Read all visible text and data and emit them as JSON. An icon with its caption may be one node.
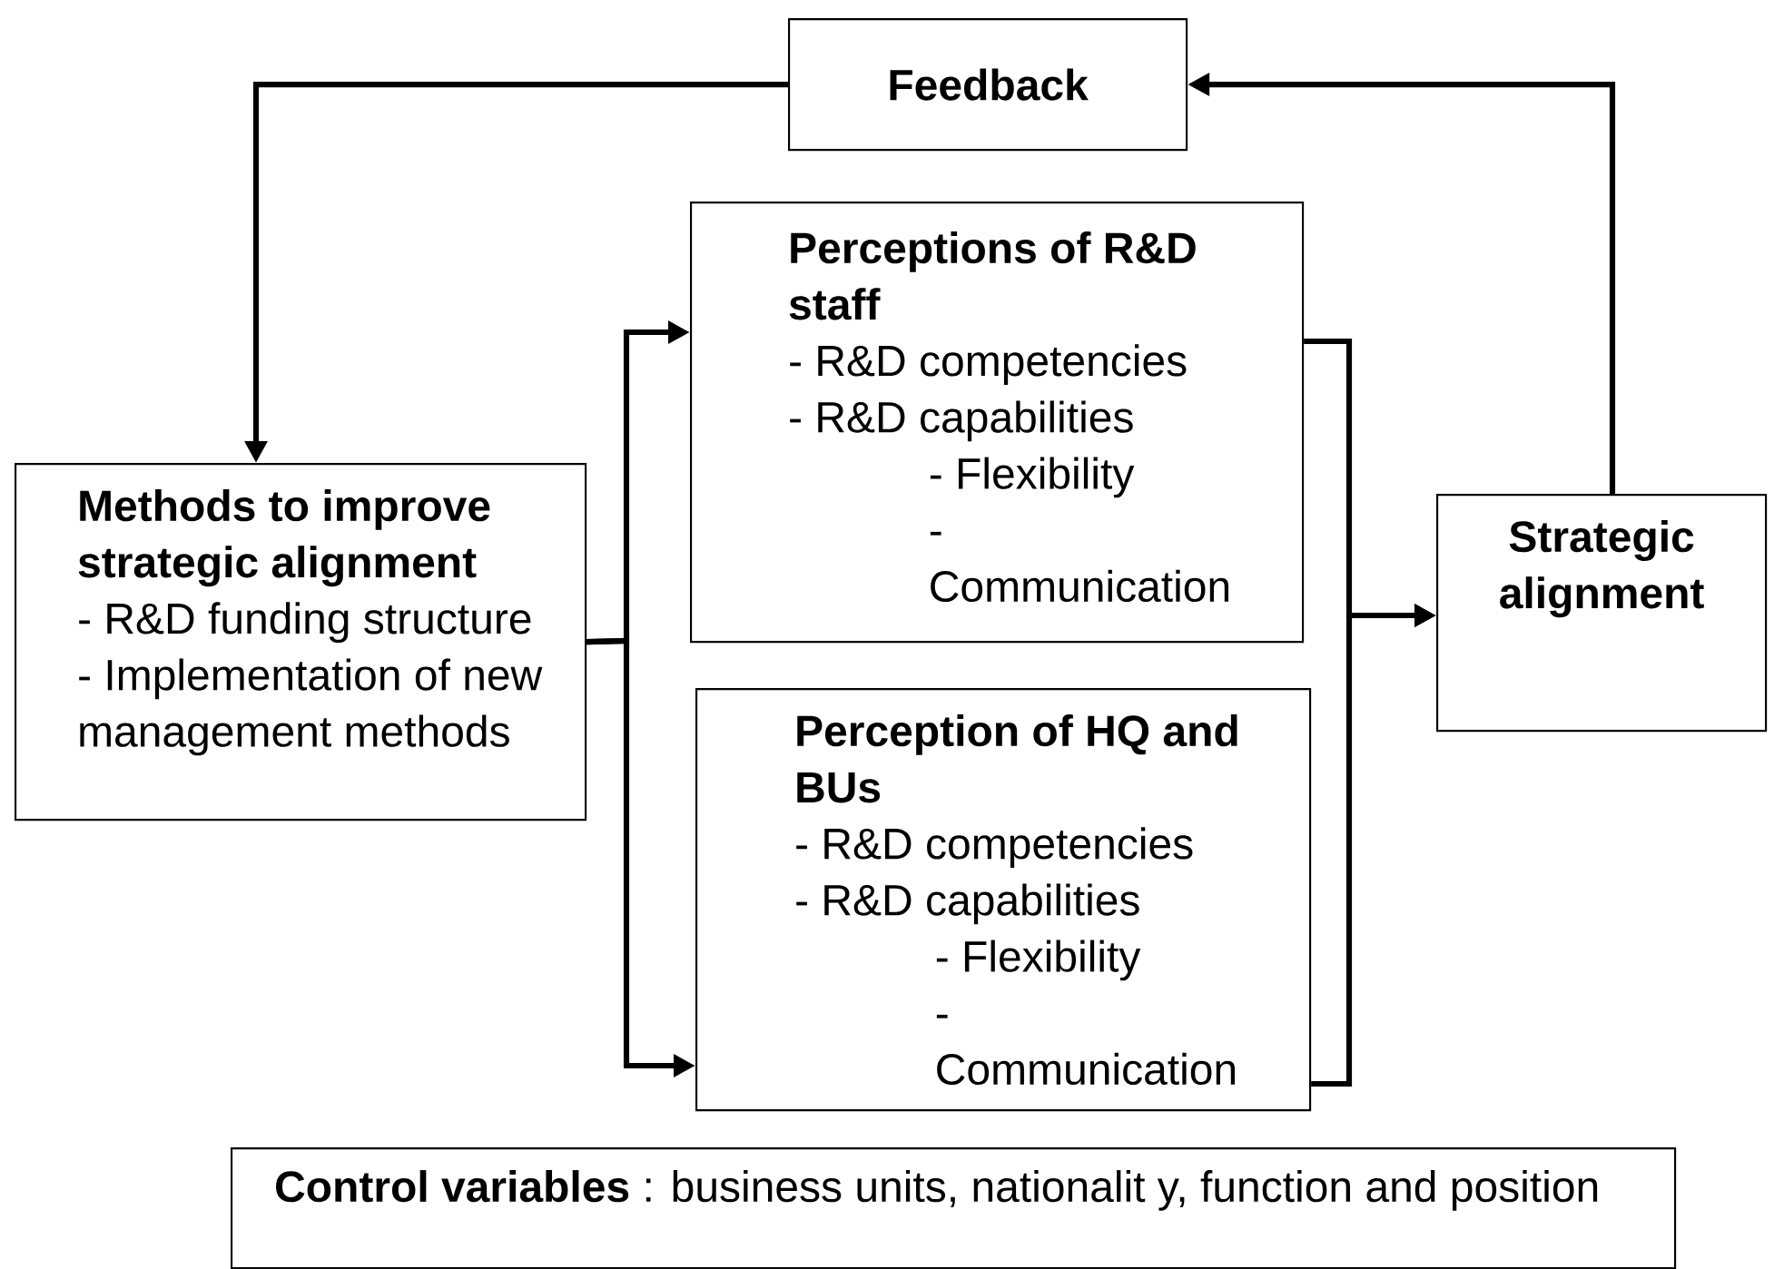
{
  "diagram": {
    "nodes": [
      {
        "text": [
          "Feedback"
        ]
      },
      {
        "text": [
          "Methods to improve strategic alignment",
          "- R&D funding structure",
          "- Implementation of new management methods"
        ]
      },
      {
        "text": [
          "Perceptions of R&D staff",
          "- R&D competencies",
          "- R&D capabilities",
          "- Flexibility",
          "- Communication"
        ]
      },
      {
        "text": [
          "Perception of HQ and BUs",
          "- R&D competencies",
          "- R&D capabilities",
          "- Flexibility",
          "- Communication"
        ]
      },
      {
        "text": [
          "Strategic alignment"
        ]
      },
      {
        "text": [
          "**Control variables** : business units, nationalit y, function and position"
        ]
      }
    ],
    "edges": [
      {
        "from": 0,
        "to": 1,
        "arrow": "to"
      },
      {
        "from": 4,
        "to": 0,
        "arrow": "to"
      },
      {
        "from": 1,
        "to": 2,
        "arrow": "to"
      },
      {
        "from": 1,
        "to": 3,
        "arrow": "to"
      },
      {
        "from": 2,
        "to": 4,
        "arrow": "to"
      },
      {
        "from": 3,
        "to": 4,
        "arrow": "to"
      }
    ]
  }
}
